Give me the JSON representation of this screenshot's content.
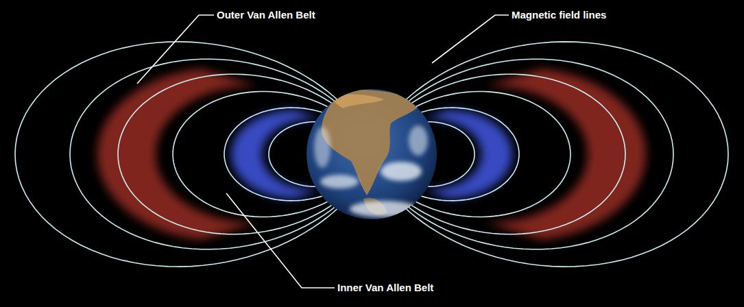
{
  "diagram": {
    "labels": [
      "Outer Van Allen Belt",
      "Magnetic field lines",
      "Inner Van Allen Belt"
    ]
  }
}
